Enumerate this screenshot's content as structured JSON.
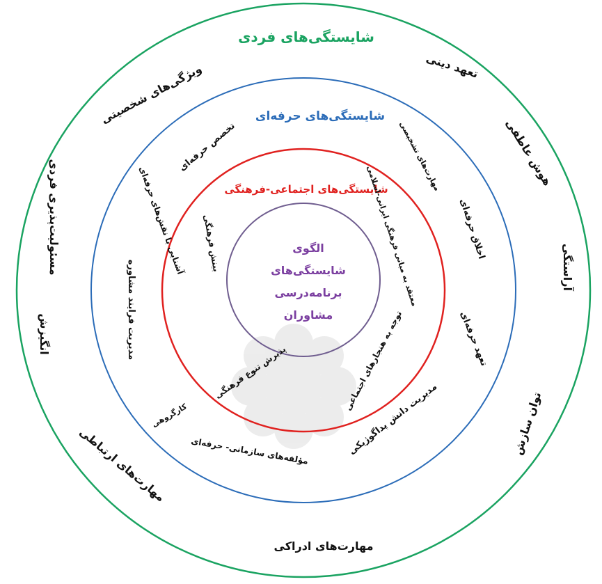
{
  "center": {
    "lines": [
      "الگوی",
      "شایستگی‌های",
      "برنامه‌درسی",
      "مشاوران"
    ],
    "color": "#7b3fa0"
  },
  "rings": {
    "outer": {
      "title": "شایستگی‌های فردی",
      "color": "#1aa361",
      "items": [
        "ویژگی‌های شخصیتی",
        "تعهد دینی",
        "هوش عاطفی",
        "آراستگی",
        "توان سازش",
        "مهارت‌های ادراکی",
        "مهارت‌های ارتباطی",
        "انگیزش",
        "مسئولیت‌پذیری فردی"
      ]
    },
    "professional": {
      "title": "شایستگی‌های حرفه‌ای",
      "color": "#2b6cb8",
      "items": [
        "تخصص حرفه‌ای",
        "مهارت‌های تشخیصی",
        "اخلاق حرفه‌ای",
        "تعهد حرفه‌ای",
        "مدیریت دانش پداگوژیکی",
        "مؤلفه‌های سازمانی- حرفه‌ای",
        "کارگروهی",
        "مدیریت فرایند مشاوره",
        "آشنایی با نقش‌های حرفه‌ای"
      ]
    },
    "social": {
      "title": "شایستگی‌های اجتماعی-فرهنگی",
      "color": "#e0211f",
      "items": [
        "معتقد به مبانی فرهنگی ایرانی-اسلامی",
        "توجه به هنجارهای اجتماعی",
        "پذیرش تنوع فرهنگی",
        "بینش فرهنگی"
      ]
    }
  }
}
